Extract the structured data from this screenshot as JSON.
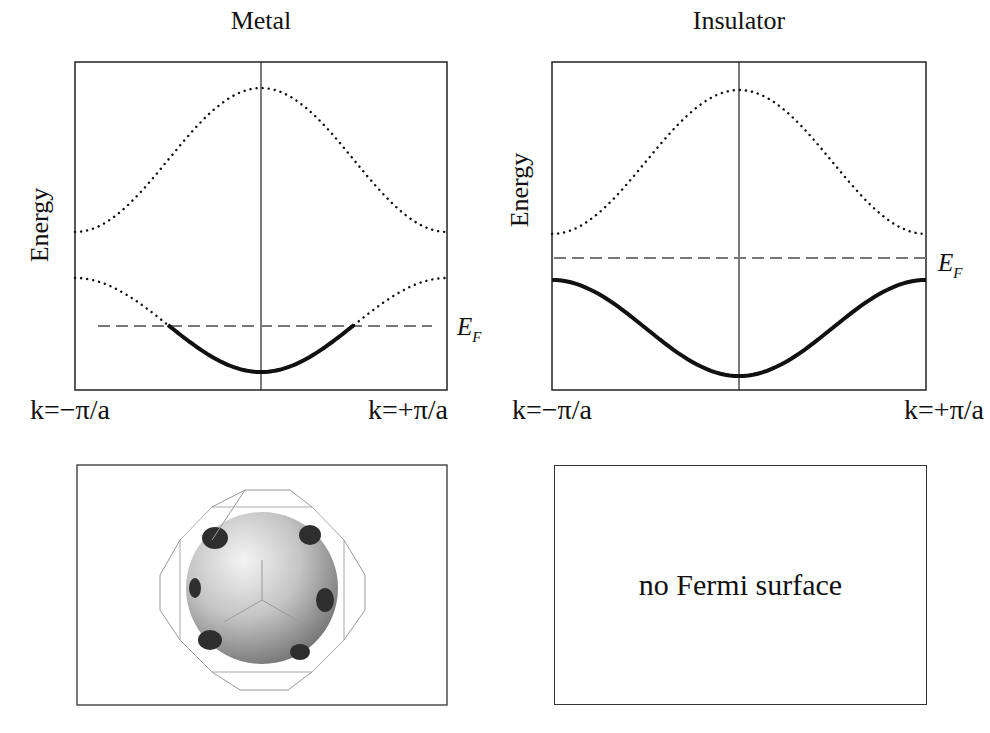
{
  "diagram": {
    "nodes": [
      {
        "text": [
          "no Fermi surface"
        ]
      }
    ],
    "labels": [
      "Metal",
      "Insulator",
      "Energy",
      "Energy",
      "EF",
      "EF",
      "k=−π/a",
      "k=+π/a",
      "k=−π/a",
      "k=+π/a"
    ]
  }
}
